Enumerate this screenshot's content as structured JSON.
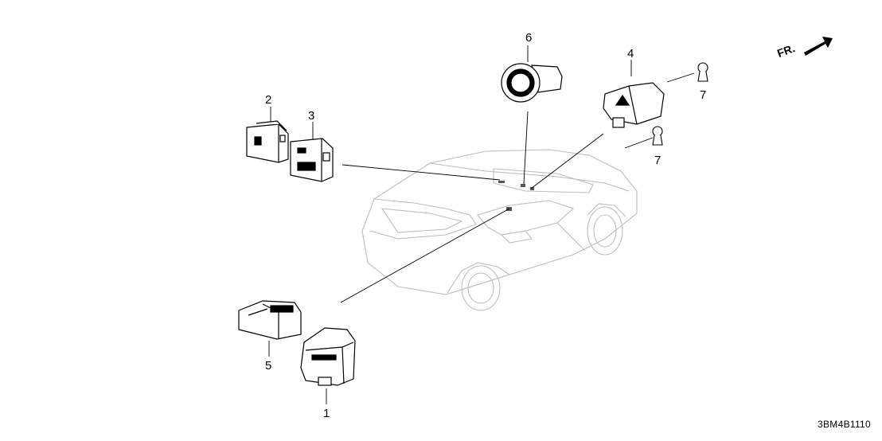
{
  "direction": {
    "label": "FR."
  },
  "callouts": [
    {
      "id": "1",
      "label": "1"
    },
    {
      "id": "2",
      "label": "2"
    },
    {
      "id": "3",
      "label": "3"
    },
    {
      "id": "4",
      "label": "4"
    },
    {
      "id": "5",
      "label": "5"
    },
    {
      "id": "6",
      "label": "6"
    },
    {
      "id": "7a",
      "label": "7"
    },
    {
      "id": "7b",
      "label": "7"
    }
  ],
  "diagram_code": "3BM4B1110",
  "colors": {
    "line": "#000000",
    "vehicle_outline": "#bdbdbd",
    "background": "#ffffff"
  },
  "icons": [
    "vehicle-outline",
    "switch-part-icon",
    "start-button-icon",
    "hazard-switch-icon",
    "clip-icon",
    "front-arrow-icon"
  ]
}
